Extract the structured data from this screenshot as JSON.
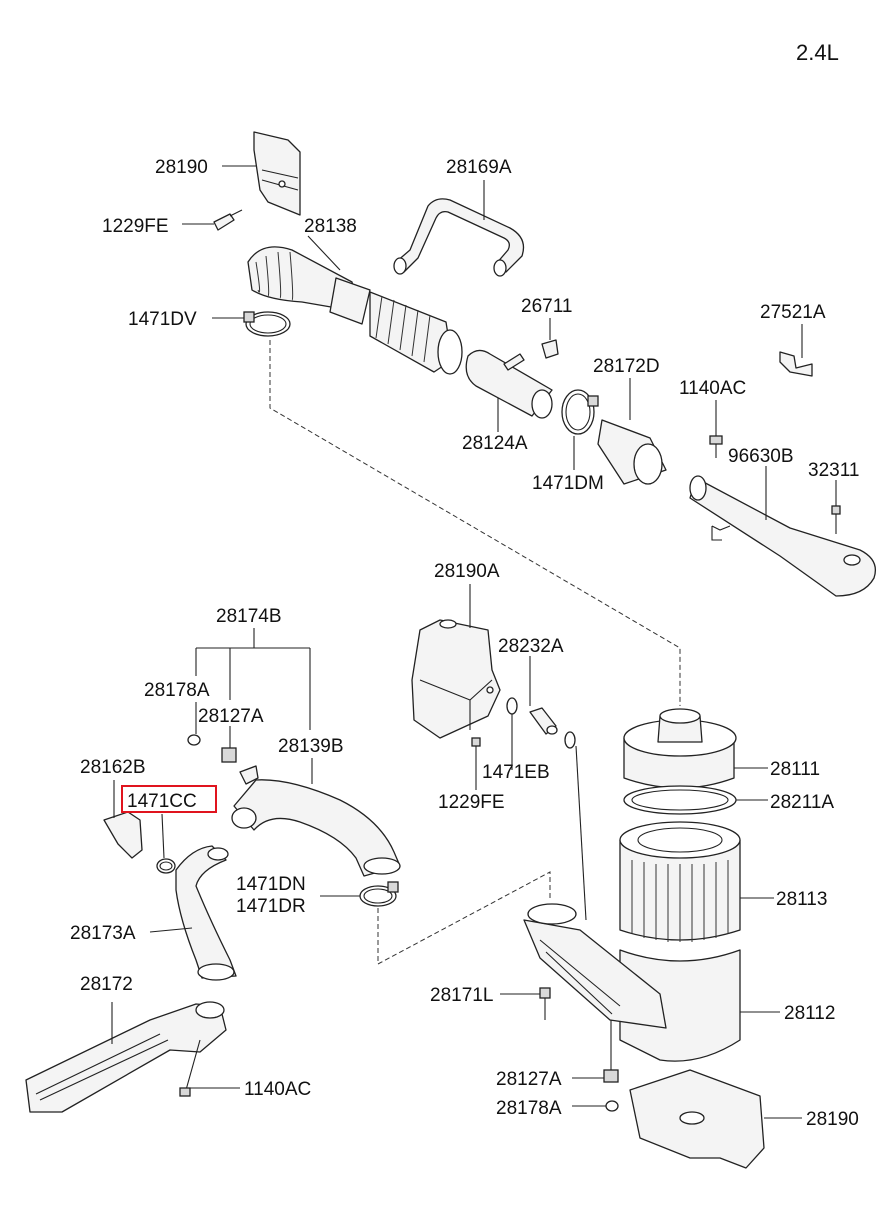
{
  "engine": "2.4L",
  "highlight": "1471CC",
  "colors": {
    "highlight_box": "#e0141e",
    "line": "#222222",
    "part_fill": "#f4f4f4"
  },
  "labels": {
    "p28190_top": "28190",
    "p1229FE_top": "1229FE",
    "p28138": "28138",
    "p28169A": "28169A",
    "p1471DV": "1471DV",
    "p26711": "26711",
    "p27521A": "27521A",
    "p28172D": "28172D",
    "p1140AC_top": "1140AC",
    "p28124A": "28124A",
    "p1471DM": "1471DM",
    "p96630B": "96630B",
    "p32311": "32311",
    "p28190A": "28190A",
    "p28174B": "28174B",
    "p28232A": "28232A",
    "p28178A_left": "28178A",
    "p28127A_left": "28127A",
    "p28139B": "28139B",
    "p1471EB": "1471EB",
    "p28111": "28111",
    "p28162B": "28162B",
    "p1229FE_mid": "1229FE",
    "p28211A": "28211A",
    "p1471CC": "1471CC",
    "p1471DN": "1471DN",
    "p1471DR": "1471DR",
    "p28113": "28113",
    "p28173A": "28173A",
    "p28172": "28172",
    "p28171L": "28171L",
    "p28112": "28112",
    "p1140AC_bottom": "1140AC",
    "p28127A_bottom": "28127A",
    "p28178A_bottom": "28178A",
    "p28190_bottom": "28190"
  }
}
